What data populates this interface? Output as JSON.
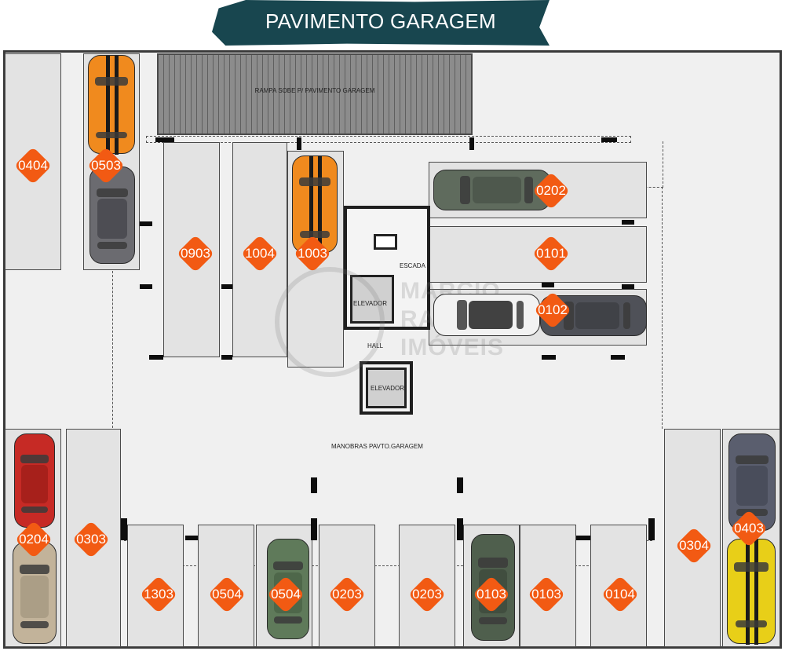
{
  "header": {
    "title": "PAVIMENTO GARAGEM"
  },
  "labels": {
    "ramp": "RAMPA SOBE P/ PAVIMENTO GARAGEM",
    "stairs": "ESCADA",
    "elevator_upper": "ELEVADOR",
    "hall": "HALL",
    "elevator_lower": "ELEVADOR",
    "maneuvers": "MANOBRAS PAVTO.GARAGEM"
  },
  "watermark": {
    "line1": "MARCIO",
    "line2": "RABOSO",
    "line3": "IMÓVEIS"
  },
  "spots": [
    "0404",
    "0503",
    "0903",
    "1004",
    "1003",
    "0202",
    "0101",
    "0102",
    "0204",
    "0303",
    "1303",
    "0504",
    "0504",
    "0203",
    "0203",
    "0103",
    "0103",
    "0104",
    "0304",
    "0403"
  ],
  "colors": {
    "banner": "#18464f",
    "badge": "#f25a13",
    "slot": "#e3e3e3"
  }
}
